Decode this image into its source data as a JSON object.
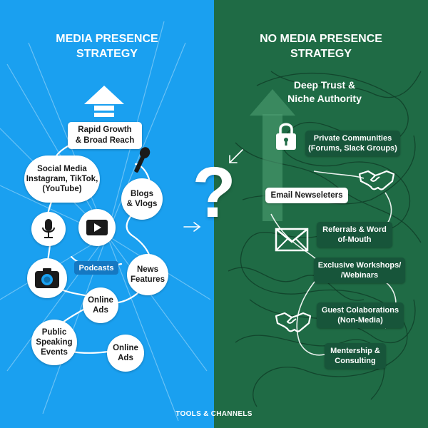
{
  "left": {
    "heading_line1": "MEDIA PRESENCE",
    "heading_line2": "STRATEGY",
    "rapid_growth_line1": "Rapid Growth",
    "rapid_growth_line2": "& Broad Reach",
    "social_line1": "Social Media",
    "social_line2": "Instagram, TikTok,",
    "social_line3": "(YouTube)",
    "blogs_line1": "Blogs",
    "blogs_line2": "& Vlogs",
    "podcasts": "Podcasts",
    "news_line1": "News",
    "news_line2": "Features",
    "online_ads_1_line1": "Online",
    "online_ads_1_line2": "Ads",
    "public_line1": "Public",
    "public_line2": "Speaking",
    "public_line3": "Events",
    "online_ads_2_line1": "Online",
    "online_ads_2_line2": "Ads",
    "color_bg": "#1aa0f0"
  },
  "right": {
    "heading_line1": "NO MEDIA PRESENCE",
    "heading_line2": "STRATEGY",
    "trust_line1": "Deep Trust &",
    "trust_line2": "Niche Authority",
    "private_line1": "Private Communities",
    "private_line2": "(Forums, Slack Groups)",
    "email": "Email Newseleters",
    "referrals_line1": "Referrals & Word",
    "referrals_line2": "of-Mouth",
    "workshops_line1": "Exclusive Workshops/",
    "workshops_line2": "/Webinars",
    "guest_line1": "Guest Colaborations",
    "guest_line2": "(Non-Media)",
    "mentor_line1": "Mentership &",
    "mentor_line2": "Consulting",
    "color_bg": "#1f6b45"
  },
  "center_symbol": "?",
  "footer": "TOOLS & CHANNELS",
  "icons": [
    "up-arrow-icon",
    "microphone-icon",
    "youtube-play-icon",
    "camera-icon",
    "padlock-icon",
    "handshake-icon",
    "envelope-icon",
    "question-mark-icon"
  ]
}
